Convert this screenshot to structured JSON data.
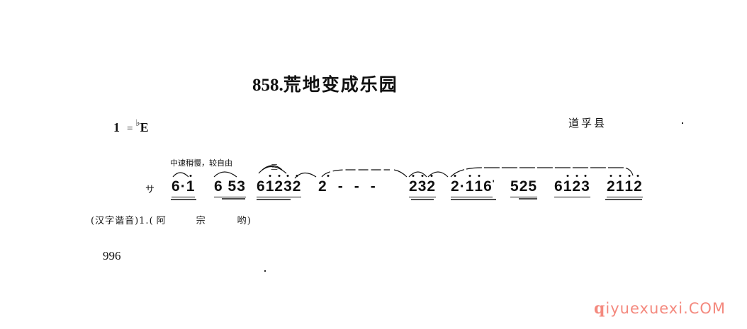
{
  "header": {
    "number": "858.",
    "title": "荒地变成乐园",
    "region": "道孚县"
  },
  "key_signature": {
    "tonic": "1",
    "equals": "=",
    "accidental": "♭",
    "note": "E"
  },
  "tempo_marking": "中速稍慢，较自由",
  "meter": "サ",
  "triplet_mark": "三",
  "notation": {
    "groups": [
      {
        "text": "6.1̇",
        "notes": [
          "6",
          ".",
          "1"
        ],
        "high_dots": [
          2
        ]
      },
      {
        "text": "6 53",
        "notes": [
          "6",
          " ",
          "5",
          "3"
        ],
        "high_dots": []
      },
      {
        "text": "61̇2̇3̇2̇",
        "notes": [
          "6",
          "1",
          "2",
          "3",
          "2"
        ],
        "high_dots": [
          1,
          2,
          3,
          4
        ]
      },
      {
        "text": "2̇ - - -",
        "notes": [
          "2",
          "-",
          "-",
          "-"
        ],
        "high_dots": [
          0
        ]
      },
      {
        "text": "2̇3̇2̇",
        "notes": [
          "2",
          "3",
          "2"
        ],
        "high_dots": [
          0,
          1,
          2
        ]
      },
      {
        "text": "2̇.1̇1̇6'",
        "notes": [
          "2",
          ".",
          "1",
          "1",
          "6",
          "'"
        ],
        "high_dots": [
          0,
          2,
          3
        ]
      },
      {
        "text": "525",
        "notes": [
          "5",
          "2",
          "5"
        ],
        "high_dots": []
      },
      {
        "text": "61̇2̇3̇",
        "notes": [
          "6",
          "1",
          "2",
          "3"
        ],
        "high_dots": [
          1,
          2,
          3
        ]
      },
      {
        "text": "2̇1̇1̇2̇",
        "notes": [
          "2",
          "1",
          "1",
          "2"
        ],
        "high_dots": [
          0,
          1,
          2,
          3
        ]
      }
    ]
  },
  "lyrics": {
    "label": "(汉字谐音)",
    "verse": "1.",
    "open": "(",
    "words": [
      "阿",
      "宗",
      "哟"
    ],
    "close": ")"
  },
  "footer": {
    "page_number": "996"
  },
  "watermark": {
    "prefix": "q",
    "text": "iyuexuexi.COM",
    "color": "#f4897e"
  }
}
